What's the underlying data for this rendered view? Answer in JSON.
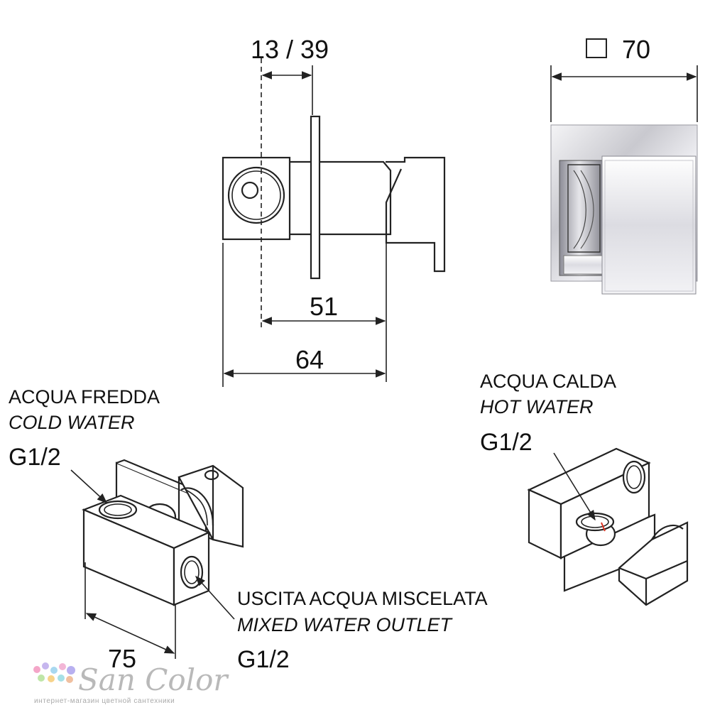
{
  "dimensions": {
    "depth_range": "13 / 39",
    "plate_size": "70",
    "depth_51": "51",
    "depth_64": "64",
    "width_75": "75"
  },
  "labels": {
    "cold_it": "ACQUA FREDDA",
    "cold_en": "COLD WATER",
    "cold_thread": "G1/2",
    "hot_it": "ACQUA CALDA",
    "hot_en": "HOT WATER",
    "hot_thread": "G1/2",
    "mixed_it": "USCITA ACQUA MISCELATA",
    "mixed_en": "MIXED WATER OUTLET",
    "mixed_thread": "G1/2"
  },
  "watermark": {
    "brand": "San Color",
    "tagline": "интернет-магазин цветной сантехники"
  }
}
